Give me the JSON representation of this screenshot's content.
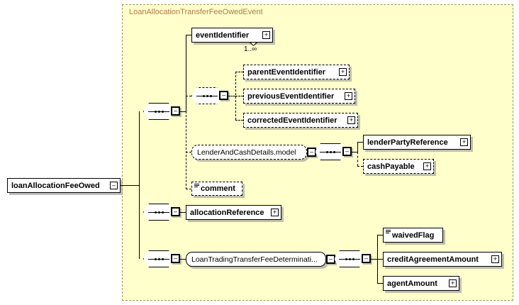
{
  "diagram": {
    "type": "xml-schema-diagram",
    "root": {
      "name": "loanAllocationFeeOwed",
      "toggle": "minus"
    },
    "group": {
      "title": "LoanAllocationTransferFeeOwedEvent"
    },
    "nodes": {
      "event_identifier": {
        "label": "eventIdentifier",
        "toggle": "plus",
        "cardinality": "1..∞",
        "optional": false
      },
      "parent_event_identifier": {
        "label": "parentEventIdentifier",
        "toggle": "plus",
        "optional": true
      },
      "previous_event_identifier": {
        "label": "previousEventIdentifier",
        "toggle": "plus",
        "optional": true
      },
      "corrected_event_identifier": {
        "label": "correctedEventIdentifier",
        "toggle": "plus",
        "optional": true
      },
      "lender_and_cash_details_model": {
        "label": "LenderAndCashDetails.model",
        "toggle": "minus",
        "optional": true
      },
      "lender_party_reference": {
        "label": "lenderPartyReference",
        "toggle": "plus",
        "optional": false
      },
      "cash_payable": {
        "label": "cashPayable",
        "toggle": "plus",
        "optional": true
      },
      "comment": {
        "label": "comment",
        "toggle": "none",
        "optional": true
      },
      "allocation_reference": {
        "label": "allocationReference",
        "toggle": "plus",
        "optional": false
      },
      "loan_trading_transfer_fee_determination": {
        "label": "LoanTradingTransferFeeDeterminati...",
        "toggle": "minus",
        "optional": false
      },
      "waived_flag": {
        "label": "waivedFlag",
        "toggle": "none",
        "optional": false
      },
      "credit_agreement_amount": {
        "label": "creditAgreementAmount",
        "toggle": "plus",
        "optional": false
      },
      "agent_amount": {
        "label": "agentAmount",
        "toggle": "plus",
        "optional": false
      }
    },
    "toggle_glyphs": {
      "plus": "+",
      "minus": "–"
    },
    "colors": {
      "panel_background": "#ffffcc",
      "panel_border": "#999966",
      "panel_title_text": "#b07a4a",
      "box_background": "#ffffff",
      "line": "#000000",
      "page_background": "#ffffff"
    }
  }
}
